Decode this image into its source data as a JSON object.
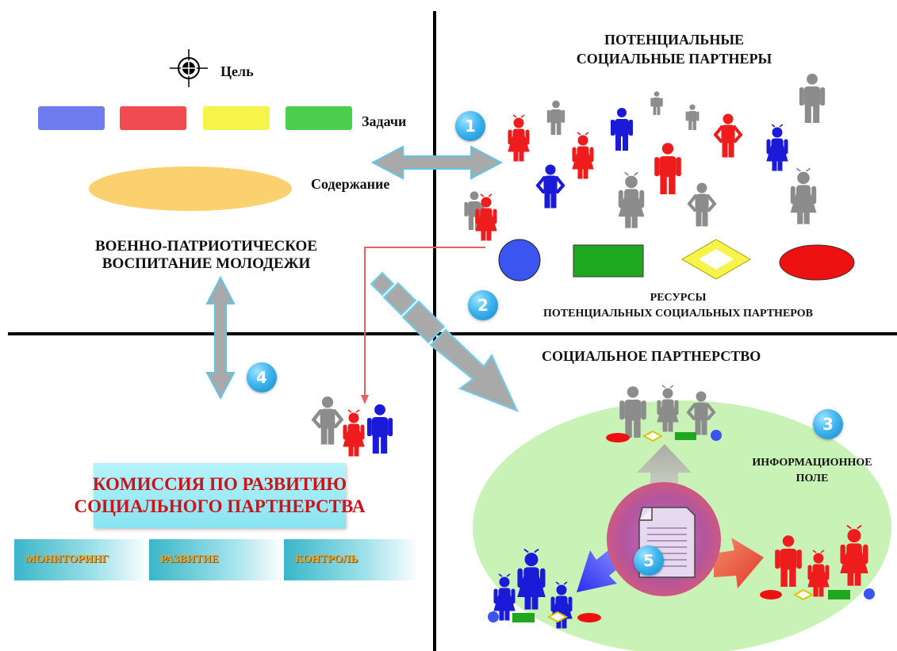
{
  "quadrant_top_left": {
    "goal_label": "Цель",
    "tasks_label": "Задачи",
    "content_label": "Содержание",
    "title_line1": "ВОЕННО-ПАТРИОТИЧЕСКОЕ",
    "title_line2": "ВОСПИТАНИЕ МОЛОДЕЖИ",
    "task_colors": [
      "#6e7cf0",
      "#f04b50",
      "#f6f44a",
      "#4ccf4e"
    ],
    "content_color": "#fbd16f"
  },
  "quadrant_top_right": {
    "title_line1": "ПОТЕНЦИАЛЬНЫЕ",
    "title_line2": "СОЦИАЛЬНЫЕ ПАРТНЕРЫ",
    "resources_line1": "РЕСУРСЫ",
    "resources_line2": "ПОТЕНЦИАЛЬНЫХ СОЦИАЛЬНЫХ ПАРТНЕРОВ"
  },
  "quadrant_bottom_right": {
    "title": "СОЦИАЛЬНОЕ ПАРТНЕРСТВО",
    "info_line1": "ИНФОРМАЦИОННОЕ",
    "info_line2": "ПОЛЕ"
  },
  "quadrant_bottom_left": {
    "commission_line1": "КОМИССИЯ ПО РАЗВИТИЮ",
    "commission_line2": "СОЦИАЛЬНОГО ПАРТНЕРСТВА",
    "functions": [
      "МОНИТОРИНГ",
      "РАЗВИТИЕ",
      "КОНТРОЛЬ"
    ]
  },
  "badges": [
    "1",
    "2",
    "3",
    "4",
    "5"
  ],
  "colors": {
    "red": "#ee1c1c",
    "blue": "#1a1ad8",
    "gray": "#8c8c8c",
    "green": "#1fa81f",
    "field": "#c9f2b7",
    "arrow_gray": "#a9a9a9"
  }
}
